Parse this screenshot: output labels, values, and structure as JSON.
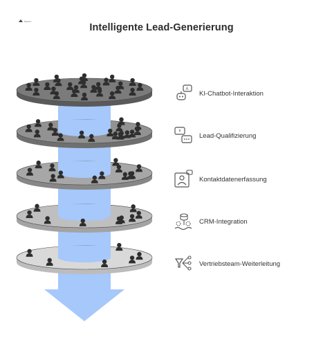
{
  "header": {
    "title": "Intelligente Lead-Generierung",
    "logo_text": "Napkin"
  },
  "layers": [
    {
      "label": "KI-Chatbot-Interaktion",
      "icon": "chatbot-robot-icon",
      "people": 26
    },
    {
      "label": "Lead-Qualifizierung",
      "icon": "chat-bubbles-icon",
      "people": 18
    },
    {
      "label": "Kontaktdatenerfassung",
      "icon": "contact-card-icon",
      "people": 13
    },
    {
      "label": "CRM-Integration",
      "icon": "database-gears-icon",
      "people": 9
    },
    {
      "label": "Vertriebsteam-Weiterleitung",
      "icon": "funnel-branch-icon",
      "people": 6
    }
  ],
  "colors": {
    "arrow": "#a6c8fb",
    "arrow_dark": "#8db6f3",
    "layer_tops": [
      "#7b7b7b",
      "#929292",
      "#a7a7a7",
      "#bfbfbf",
      "#d9d9d9"
    ],
    "layer_sides": [
      "#5a5a5a",
      "#6f6f6f",
      "#878787",
      "#a3a3a3",
      "#bcbcbc"
    ],
    "person": "#2e2e2e",
    "icon_stroke": "#555555"
  }
}
